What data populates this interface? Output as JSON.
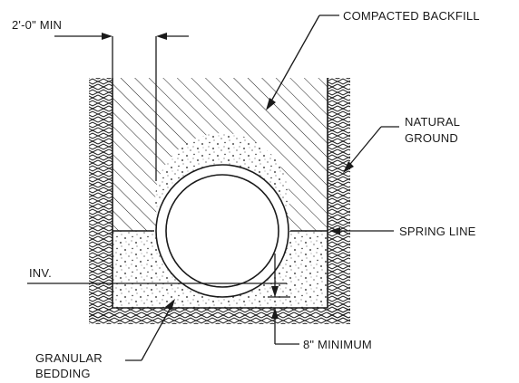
{
  "labels": {
    "min_width": "2'-0\" MIN",
    "compacted_backfill": "COMPACTED BACKFILL",
    "natural_ground_line1": "NATURAL",
    "natural_ground_line2": "GROUND",
    "spring_line": "SPRING LINE",
    "inv": "INV.",
    "bedding_min": "8\" MINIMUM",
    "granular_bedding_line1": "GRANULAR",
    "granular_bedding_line2": "BEDDING"
  },
  "colors": {
    "ink": "#1a1a1a",
    "background": "#ffffff"
  }
}
